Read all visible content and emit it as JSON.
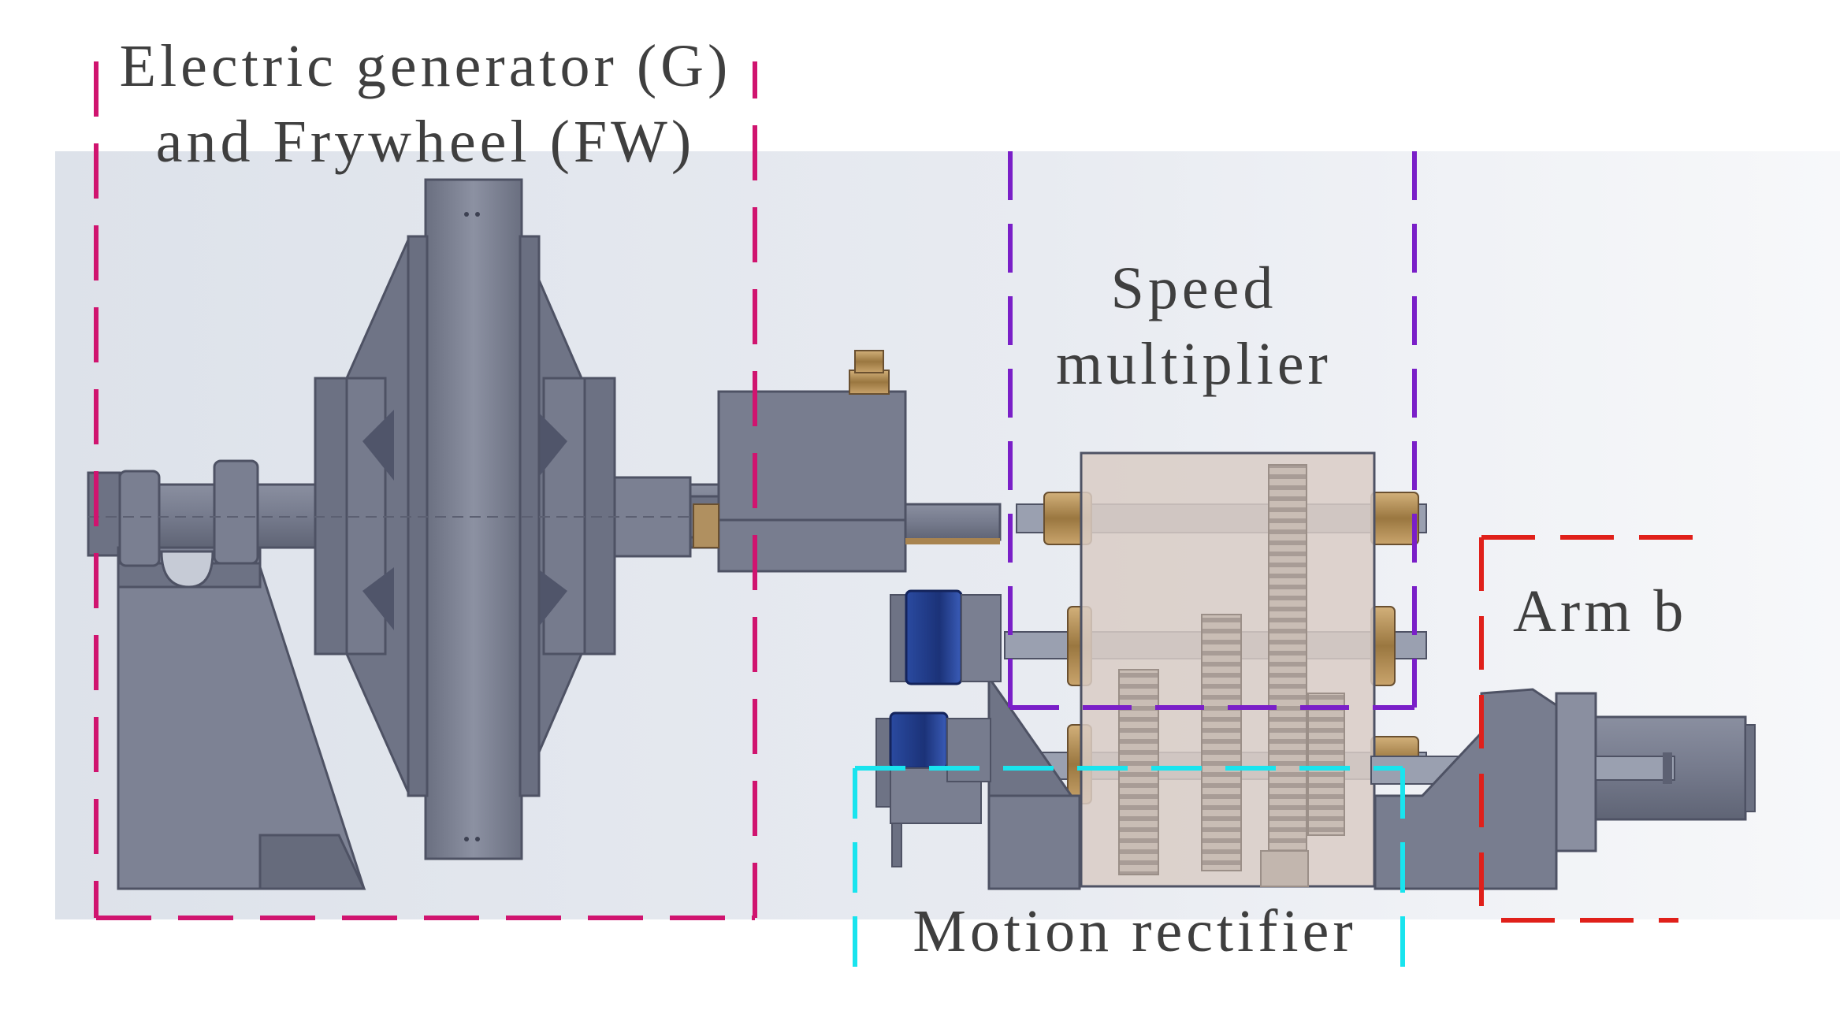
{
  "labels": {
    "generator_line1": "Electric generator (G)",
    "generator_line2": "and Frywheel (FW)",
    "speed_line1": "Speed",
    "speed_line2": "multiplier",
    "arm": "Arm b",
    "rectifier": "Motion rectifier"
  },
  "colors": {
    "generator_box": "#d0146f",
    "speed_box": "#7a1fc8",
    "arm_box": "#e0201a",
    "rectifier_box": "#19e4ee",
    "machine_body": "#757a8c",
    "machine_dark": "#4e5264",
    "gearbox": "#d9cdc6",
    "brass": "#b08a50",
    "motor_blue": "#1f3b8a",
    "background_top": "#ffffff",
    "background_scene": "#e6eaf0"
  },
  "icons": {
    "flywheel": "flywheel-icon",
    "gearbox": "gearbox-icon",
    "motor": "motor-icon",
    "coupling": "coupling-icon",
    "actuator": "actuator-icon"
  }
}
